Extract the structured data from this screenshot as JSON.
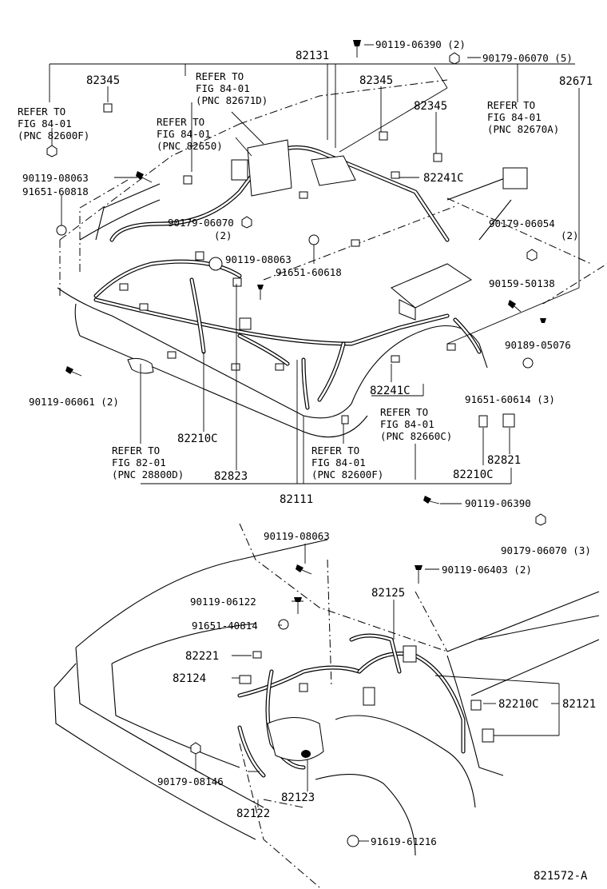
{
  "part_numbers": {
    "p82131": "82131",
    "p82345_a": "82345",
    "p82345_b": "82345",
    "p82345_c": "82345",
    "p82671": "82671",
    "p82241c_a": "82241C",
    "p82241c_b": "82241C",
    "p82210c_a": "82210C",
    "p82210c_b": "82210C",
    "p82210c_c": "82210C",
    "p82823": "82823",
    "p82821": "82821",
    "p82111": "82111",
    "p82125": "82125",
    "p82221": "82221",
    "p82124": "82124",
    "p82121": "82121",
    "p82123": "82123",
    "p82122": "82122"
  },
  "fasteners": {
    "f_90119_06390_2": "90119-06390 (2)",
    "f_90179_06070_5": "90179-06070 (5)",
    "f_90119_08063_a": "90119-08063",
    "f_91651_60818": "91651-60818",
    "f_90179_06070_2": "90179-06070",
    "f_90179_06070_2q": "(2)",
    "f_90119_08063_b": "90119-08063",
    "f_91651_60618": "91651-60618",
    "f_90179_06054": "90179-06054",
    "f_90179_06054q": "(2)",
    "f_90159_50138": "90159-50138",
    "f_90189_05076": "90189-05076",
    "f_91651_60614": "91651-60614 (3)",
    "f_90119_06061": "90119-06061 (2)",
    "f_90119_06390": "90119-06390",
    "f_90179_06070_3": "90179-06070 (3)",
    "f_90119_08063_c": "90119-08063",
    "f_90119_06403": "90119-06403 (2)",
    "f_90119_06122": "90119-06122",
    "f_91651_40814": "91651-40814",
    "f_90179_08146": "90179-08146",
    "f_91619_61216": "91619-61216"
  },
  "references": {
    "r1_l1": "REFER TO",
    "r1_l2": "FIG 84-01",
    "r1_l3": "(PNC 82671D)",
    "r2_l1": "REFER TO",
    "r2_l2": "FIG 84-01",
    "r2_l3": "(PNC 82600F)",
    "r3_l1": "REFER TO",
    "r3_l2": "FIG 84-01",
    "r3_l3": "(PNC 82650)",
    "r4_l1": "REFER TO",
    "r4_l2": "FIG 84-01",
    "r4_l3": "(PNC 82670A)",
    "r5_l1": "REFER TO",
    "r5_l2": "FIG 84-01",
    "r5_l3": "(PNC 82660C)",
    "r6_l1": "REFER TO",
    "r6_l2": "FIG 82-01",
    "r6_l3": "(PNC 28800D)",
    "r7_l1": "REFER TO",
    "r7_l2": "FIG 84-01",
    "r7_l3": "(PNC 82600F)"
  },
  "diagram_id": "821572-A"
}
